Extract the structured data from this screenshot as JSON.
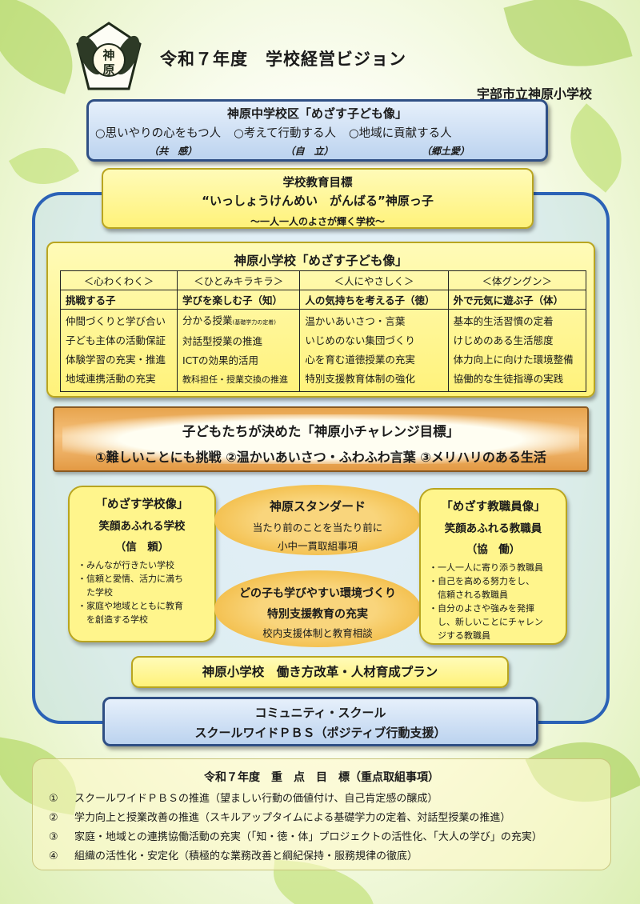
{
  "header": {
    "title": "令和７年度　学校経営ビジョン",
    "school_name": "宇部市立神原小学校",
    "emblem_text": [
      "神",
      "原"
    ]
  },
  "chugakku_area": {
    "heading": "神原中学校区「めざす子ども像」",
    "items": [
      "○思いやりの心をもつ人",
      "○考えて行動する人",
      "○地域に貢献する人"
    ],
    "keywords": [
      "（共　感）",
      "（自　立）",
      "（郷土愛）"
    ]
  },
  "school_goal": {
    "heading": "学校教育目標",
    "motto": "“いっしょうけんめい　がんばる”神原っ子",
    "subtitle": "～一人一人のよさが輝く学校～"
  },
  "mezasu": {
    "heading": "神原小学校「めざす子ども像」",
    "columns": [
      {
        "header": "＜心わくわく＞",
        "sub": "挑戦する子",
        "items": [
          "仲間づくりと学び合い",
          "子ども主体の活動保証",
          "体験学習の充実・推進",
          "地域連携活動の充実"
        ]
      },
      {
        "header": "＜ひとみキラキラ＞",
        "sub": "学びを楽しむ子（知）",
        "items": [
          "分かる授業",
          "対話型授業の推進",
          "ICTの効果的活用",
          "教科担任・授業交換の推進"
        ],
        "note": "(基礎学力の定着)"
      },
      {
        "header": "＜人にやさしく＞",
        "sub": "人の気持ちを考える子（徳）",
        "items": [
          "温かいあいさつ・言葉",
          "いじめのない集団づくり",
          "心を育む道徳授業の充実",
          "特別支援教育体制の強化"
        ]
      },
      {
        "header": "＜体グングン＞",
        "sub": "外で元気に遊ぶ子（体）",
        "items": [
          "基本的生活習慣の定着",
          "けじめのある生活態度",
          "体力向上に向けた環境整備",
          "協働的な生徒指導の実践"
        ]
      }
    ]
  },
  "challenge": {
    "heading": "子どもたちが決めた「神原小チャレンジ目標」",
    "goals": "①難しいことにも挑戦 ②温かいあいさつ・ふわふわ言葉 ③メリハリのある生活"
  },
  "school_image": {
    "heading": "「めざす学校像」",
    "sub": "笑顔あふれる学校",
    "keyword": "（信　頼）",
    "items": [
      "・みんなが行きたい学校",
      "・信頼と愛情、活力に満ち",
      "　た学校",
      "・家庭や地域とともに教育",
      "　を創造する学校"
    ]
  },
  "standard": {
    "heading": "神原スタンダード",
    "line1": "当たり前のことを当たり前に",
    "line2": "小中一貫取組事項"
  },
  "environment": {
    "heading": "どの子も学びやすい環境づくり",
    "sub": "特別支援教育の充実",
    "note": "校内支援体制と教育相談"
  },
  "staff_image": {
    "heading": "「めざす教職員像」",
    "sub": "笑顔あふれる教職員",
    "keyword": "（協　働）",
    "items": [
      "・一人一人に寄り添う教職員",
      "・自己を高める努力をし、",
      "　信頼される教職員",
      "・自分のよさや強みを発揮",
      "　し、新しいことにチャレン",
      "　ジする教職員"
    ]
  },
  "workstyle": "神原小学校　働き方改革・人材育成プラン",
  "community": {
    "line1": "コミュニティ・スクール",
    "line2": "スクールワイドＰＢＳ（ポジティブ行動支援）"
  },
  "priorities": {
    "heading": "令和７年度　重　点　目　標（重点取組事項）",
    "items": [
      {
        "num": "①",
        "text": "スクールワイドＰＢＳの推進（望ましい行動の価値付け、自己肯定感の醸成）"
      },
      {
        "num": "②",
        "text": "学力向上と授業改善の推進（スキルアップタイムによる基礎学力の定着、対話型授業の推進）"
      },
      {
        "num": "③",
        "text": "家庭・地域との連携協働活動の充実（「知・徳・体」プロジェクトの活性化、「大人の学び」の充実）"
      },
      {
        "num": "④",
        "text": "組織の活性化・安定化（積極的な業務改善と綱紀保持・服務規律の徹底）"
      }
    ]
  }
}
